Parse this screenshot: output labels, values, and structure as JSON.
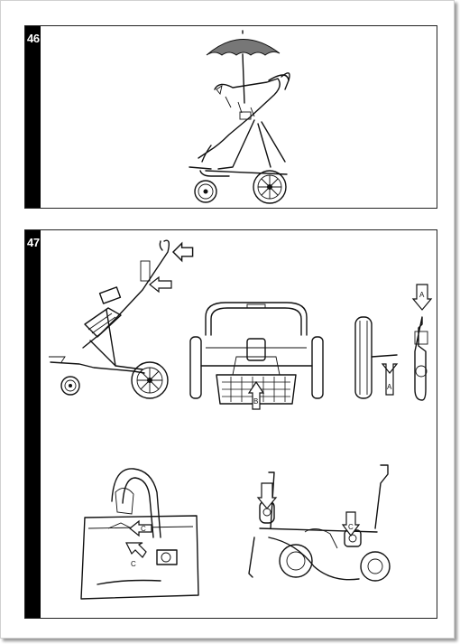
{
  "steps": [
    {
      "number": "46",
      "illustration": "umbrella-mounted-on-stroller"
    },
    {
      "number": "47",
      "illustration": "stroller-folding-and-wheel-assembly"
    }
  ],
  "callouts": {
    "a_top": "A",
    "a_bottom": "A",
    "b_center": "B",
    "c_left_top": "C",
    "c_left_bottom": "C",
    "c_right": "C"
  },
  "colors": {
    "panel_border": "#222222",
    "step_bar": "#000000",
    "umbrella": "#777777"
  }
}
